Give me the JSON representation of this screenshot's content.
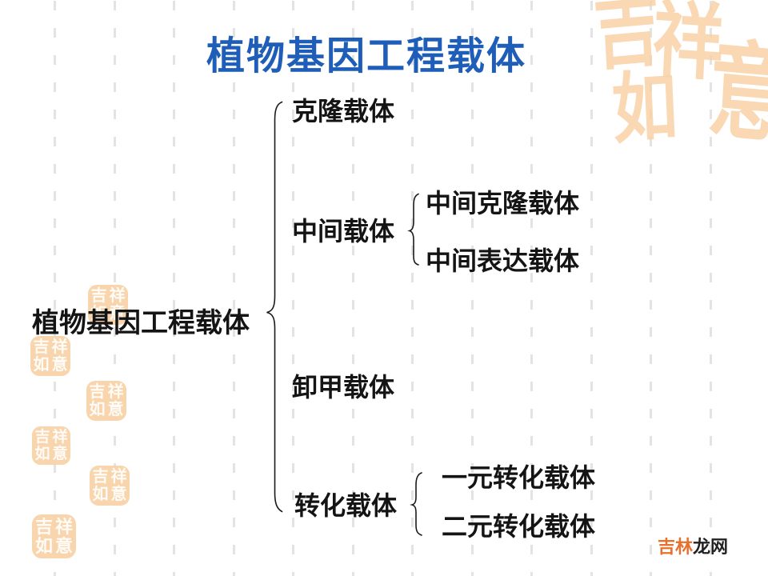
{
  "slide": {
    "title": "植物基因工程载体"
  },
  "diagram": {
    "root_label": "植物基因工程载体",
    "branches": [
      {
        "label": "克隆载体",
        "children": []
      },
      {
        "label": "中间载体",
        "children": [
          {
            "label": "中间克隆载体"
          },
          {
            "label": "中间表达载体"
          }
        ]
      },
      {
        "label": "卸甲载体",
        "children": []
      },
      {
        "label": "转化载体",
        "children": [
          {
            "label": "一元转化载体"
          },
          {
            "label": "二元转化载体"
          }
        ]
      }
    ]
  },
  "watermark": {
    "prefix": "吉林",
    "suffix": "龙网"
  },
  "decor": {
    "seal_motif_chars": [
      "吉",
      "祥",
      "如",
      "意"
    ]
  },
  "colors": {
    "title_blue": "#1f5eb8",
    "diagram_text": "#141414",
    "watermark_orange": "#e8702e",
    "watermark_dark": "#222222",
    "seal_orange": "#f8d2a6",
    "dash_gray": "#e3e3e3"
  }
}
